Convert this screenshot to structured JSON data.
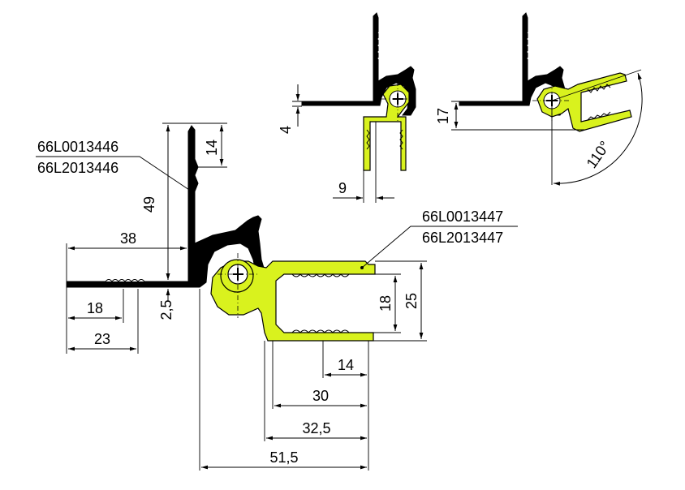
{
  "colors": {
    "profile_black": "#000000",
    "profile_green": "#d9f21e",
    "outline": "#000000",
    "background": "#ffffff"
  },
  "part_codes": {
    "wall_profile": [
      "66L0013446",
      "66L2013446"
    ],
    "door_profile": [
      "66L0013447",
      "66L2013447"
    ]
  },
  "main_view": {
    "dims": {
      "d14_top": "14",
      "d49": "49",
      "d38": "38",
      "d18_left": "18",
      "d23": "23",
      "d25_thk": "2,5",
      "d18_right": "18",
      "d25_right": "25",
      "d14_bottom": "14",
      "d30": "30",
      "d325": "32,5",
      "d515": "51,5"
    }
  },
  "detail_a": {
    "dims": {
      "d4": "4",
      "d9": "9"
    }
  },
  "detail_b": {
    "dims": {
      "d17": "17",
      "angle": "110°"
    }
  }
}
